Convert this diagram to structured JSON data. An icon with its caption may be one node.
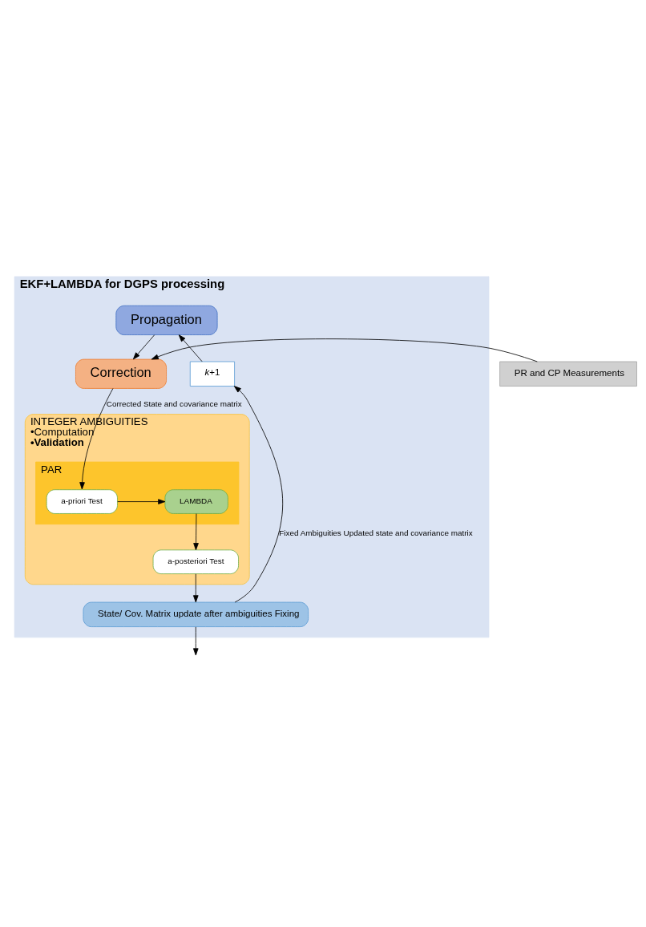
{
  "diagram": {
    "nodes": [
      {
        "text": [
          "EKF+LAMBDA for DGPS processing"
        ]
      },
      {
        "text": [
          "Propagation"
        ],
        "in": 0
      },
      {
        "text": [
          "*k*+1"
        ],
        "in": 0
      },
      {
        "text": [
          "Correction"
        ],
        "in": 0
      },
      {
        "text": [
          "PR and CP Measurements"
        ]
      },
      {
        "text": [
          "INTEGER AMBIGUITIES",
          "•Computation",
          "•Validation"
        ],
        "in": 0
      },
      {
        "text": [
          "PAR"
        ],
        "in": 5
      },
      {
        "text": [
          "LAMBDA"
        ],
        "in": 6
      },
      {
        "text": [
          "a-priori Test"
        ],
        "in": 6
      },
      {
        "text": [
          "a-posteriori Test"
        ],
        "in": 5
      },
      {
        "text": [
          "State/ Cov. Matrix update after ambiguities Fixing"
        ],
        "in": 0
      }
    ],
    "edges": [
      {
        "from": 1,
        "to": 3,
        "arrow": "to"
      },
      {
        "from": 4,
        "to": 3,
        "arrow": "to"
      },
      {
        "from": 3,
        "to": 8,
        "arrow": "to",
        "label": "Corrected State and covariance matrix"
      },
      {
        "from": 8,
        "to": 7,
        "arrow": "to"
      },
      {
        "from": 7,
        "to": 9,
        "arrow": "to"
      },
      {
        "from": 9,
        "to": 10,
        "arrow": "to"
      },
      {
        "from": 10,
        "to": 2,
        "arrow": "to",
        "label": "Fixed Ambiguities Updated state and covariance matrix"
      },
      {
        "from": 2,
        "to": 1,
        "arrow": "to"
      },
      {
        "from": 10,
        "to": null,
        "arrow": "to"
      }
    ]
  }
}
